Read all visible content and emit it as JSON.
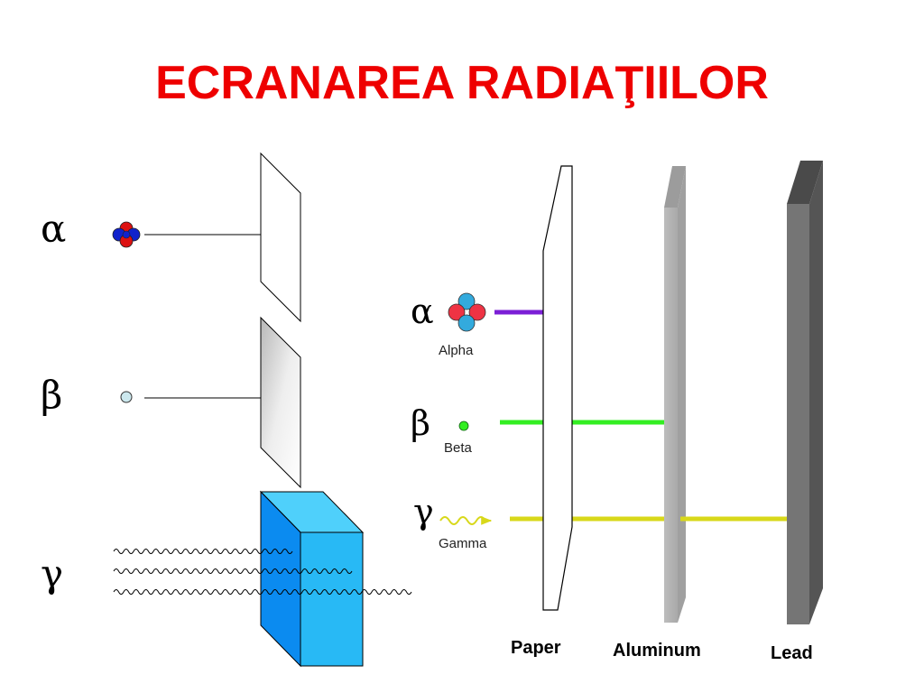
{
  "title": "ECRANAREA RADIAŢIILOR",
  "left_panel": {
    "symbols": {
      "alpha": "α",
      "beta": "β",
      "gamma": "γ"
    }
  },
  "right_panel": {
    "rays": {
      "alpha": {
        "symbol": "α",
        "label": "Alpha",
        "color": "#7b1fd6"
      },
      "beta": {
        "symbol": "β",
        "label": "Beta",
        "color": "#33ee22"
      },
      "gamma": {
        "symbol": "γ",
        "label": "Gamma",
        "color": "#d8d81a"
      }
    },
    "materials": {
      "paper": "Paper",
      "aluminum": "Aluminum",
      "lead": "Lead"
    }
  },
  "colors": {
    "title": "#ee0000",
    "proton": "#dd1111",
    "neutron": "#1122cc",
    "right_proton": "#ee3344",
    "right_neutron": "#33aadd",
    "block_front": "#0b8bf0",
    "block_side": "#28b9f5",
    "block_top": "#4fd0fb"
  }
}
